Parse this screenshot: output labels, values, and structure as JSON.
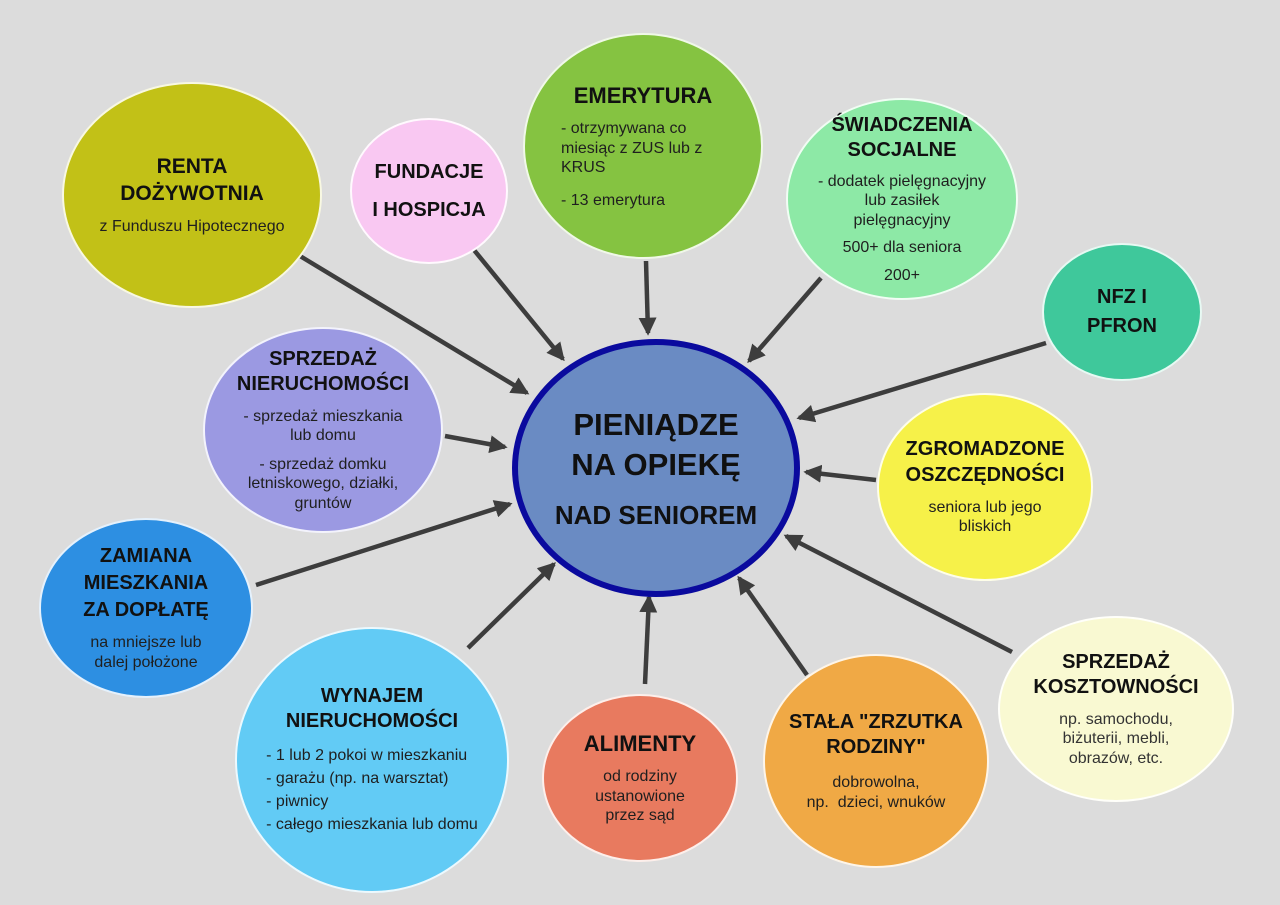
{
  "background": "#dcdcdc",
  "arrow_color": "#3d3d3d",
  "center": {
    "title": "PIENIĄDZE\nNA OPIEKĘ",
    "subtitle": "NAD SENIOREM",
    "fill": "#6a8bc3",
    "border": "#0a0a9e"
  },
  "nodes": {
    "renta": {
      "title": "RENTA\nDOŻYWOTNIA",
      "body": "z Funduszu Hipotecznego",
      "fill": "#c2c117"
    },
    "fundacje": {
      "title": "FUNDACJE\nI HOSPICJA",
      "fill": "#f9c8f2"
    },
    "emerytura": {
      "title": "EMERYTURA",
      "body1": "- otrzymywana co\nmiesiąc z ZUS lub z\nKRUS",
      "body2": "- 13 emerytura",
      "fill": "#85c341"
    },
    "swiadczenia": {
      "title": "ŚWIADCZENIA\nSOCJALNE",
      "body1": "- dodatek pielęgnacyjny\nlub zasiłek\npielęgnacyjny",
      "body2": "500+ dla seniora",
      "body3": "200+",
      "fill": "#8de9a6"
    },
    "nfz": {
      "title": "NFZ I\nPFRON",
      "fill": "#3fc89b"
    },
    "zgromadzone": {
      "title": "ZGROMADZONE\nOSZCZĘDNOŚCI",
      "body": "seniora lub jego\nbliskich",
      "fill": "#f6f149"
    },
    "kosztownosci": {
      "title": "SPRZEDAŻ\nKOSZTOWNOŚCI",
      "body": "np. samochodu,\nbiżuterii, mebli,\nobrazów, etc.",
      "fill": "#f9f9d2"
    },
    "zrzutka": {
      "title": "STAŁA \"ZRZUTKA\nRODZINY\"",
      "body": "dobrowolna,\nnp.  dzieci, wnuków",
      "fill": "#f0a945"
    },
    "alimenty": {
      "title": "ALIMENTY",
      "body": "od rodziny\nustanowione\nprzez sąd",
      "fill": "#e87a5f"
    },
    "wynajem": {
      "title": "WYNAJEM\nNIERUCHOMOŚCI",
      "body": "- 1 lub 2 pokoi w mieszkaniu\n- garażu (np. na warsztat)\n- piwnicy\n- całego mieszkania lub domu",
      "fill": "#62cbf5"
    },
    "zamiana": {
      "title": "ZAMIANA\nMIESZKANIA\nZA DOPŁATĘ",
      "body": "na mniejsze lub\ndalej położone",
      "fill": "#2d8fe2"
    },
    "sprzedaz": {
      "title": "SPRZEDAŻ\nNIERUCHOMOŚCI",
      "body1": "- sprzedaż mieszkania\nlub domu",
      "body2": "- sprzedaż domku\nletniskowego, działki,\ngruntów",
      "fill": "#9b99e2"
    }
  }
}
